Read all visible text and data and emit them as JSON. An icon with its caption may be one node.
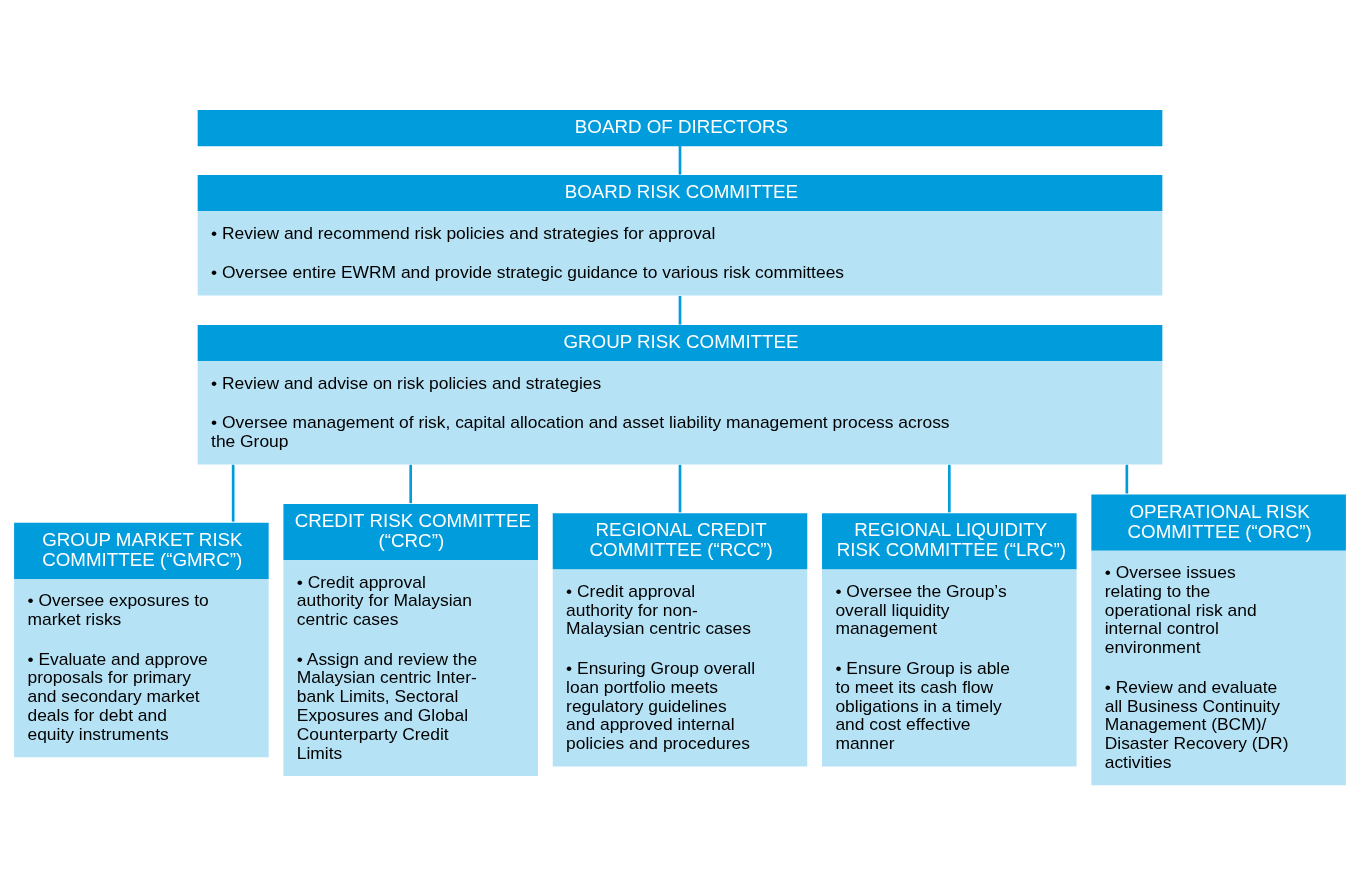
{
  "diagram": {
    "nodes": [
      {
        "text": [
          "BOARD OF DIRECTORS"
        ]
      },
      {
        "text": [
          "BOARD RISK COMMITTEE",
          "• Review and recommend risk policies and strategies for approval",
          "• Oversee entire EWRM and provide strategic guidance to various risk committees"
        ]
      },
      {
        "text": [
          "GROUP RISK COMMITTEE",
          "• Review and advise on risk policies and strategies",
          "• Oversee management of risk, capital allocation and asset liability management process across the Group"
        ]
      },
      {
        "text": [
          "GROUP MARKET RISK COMMITTEE (“GMRC”)",
          "• Oversee exposures to market risks",
          "• Evaluate and approve proposals for primary and secondary market deals for debt and equity instruments"
        ]
      },
      {
        "text": [
          "CREDIT RISK COMMITTEE (“CRC”)",
          "• Credit approval authority for Malaysian centric cases",
          "• Assign and review the Malaysian centric Inter-bank Limits, Sectoral Exposures and Global Counterparty Credit Limits"
        ]
      },
      {
        "text": [
          "REGIONAL CREDIT COMMITTEE (“RCC”)",
          "• Credit approval authority for non-Malaysian centric cases",
          "• Ensuring Group overall loan portfolio meets regulatory guidelines and approved internal policies and procedures"
        ]
      },
      {
        "text": [
          "REGIONAL LIQUIDITY RISK COMMITTEE (“LRC”)",
          "• Oversee the Group’s overall liquidity management",
          "• Ensure Group is able to meet its cash flow obligations in a timely and cost effective manner"
        ]
      },
      {
        "text": [
          "OPERATIONAL RISK COMMITTEE (“ORC”)",
          "• Oversee issues relating to the operational risk and internal control environment",
          "• Review and evaluate all Business Continuity Management (BCM)/ Disaster Recovery (DR) activities"
        ]
      }
    ],
    "edges": [
      {
        "from": 0,
        "to": 1,
        "arrow": "none"
      },
      {
        "from": 1,
        "to": 2,
        "arrow": "none"
      },
      {
        "from": 2,
        "to": 3,
        "arrow": "none"
      },
      {
        "from": 2,
        "to": 4,
        "arrow": "none"
      },
      {
        "from": 2,
        "to": 5,
        "arrow": "none"
      },
      {
        "from": 2,
        "to": 6,
        "arrow": "none"
      },
      {
        "from": 2,
        "to": 7,
        "arrow": "none"
      }
    ]
  }
}
